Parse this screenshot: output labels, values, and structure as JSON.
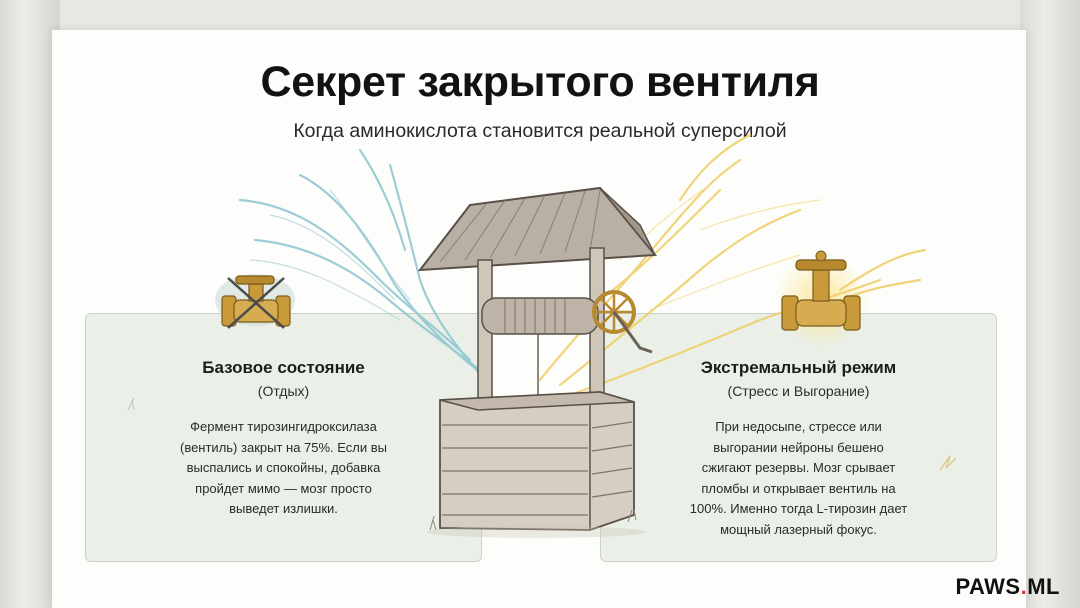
{
  "title": "Секрет закрытого вентиля",
  "subtitle": "Когда аминокислота становится реальной суперсилой",
  "cards": [
    {
      "title": "Базовое состояние",
      "subtitle": "(Отдых)",
      "lines": [
        "Фермент тирозингидроксилаза",
        "(вентиль) закрыт на 75%. Если вы",
        "выспались и спокойны, добавка",
        "пройдет мимо — мозг просто",
        "выведет излишки."
      ]
    },
    {
      "title": "Экстремальный режим",
      "subtitle": "(Стресс и Выгорание)",
      "lines": [
        "При недосыпе, стрессе или",
        "выгорании нейроны бешено",
        "сжигают резервы. Мозг срывает",
        "пломбы и открывает вентиль на",
        "100%. Именно тогда L-тирозин дает",
        "мощный лазерный фокус."
      ]
    }
  ],
  "icons": {
    "closed_valve": "valve-closed-icon",
    "open_valve": "valve-open-icon",
    "well": "well-illustration"
  },
  "colors": {
    "card_bg": "#eaf0e8",
    "brass": "#c99a3a",
    "blue_stream": "#8cc5cf",
    "gold_stream": "#f0cf6a",
    "brand_dot": "#e0302a"
  },
  "brand": {
    "name_a": "PAWS",
    "dot": ".",
    "name_b": "ML"
  }
}
